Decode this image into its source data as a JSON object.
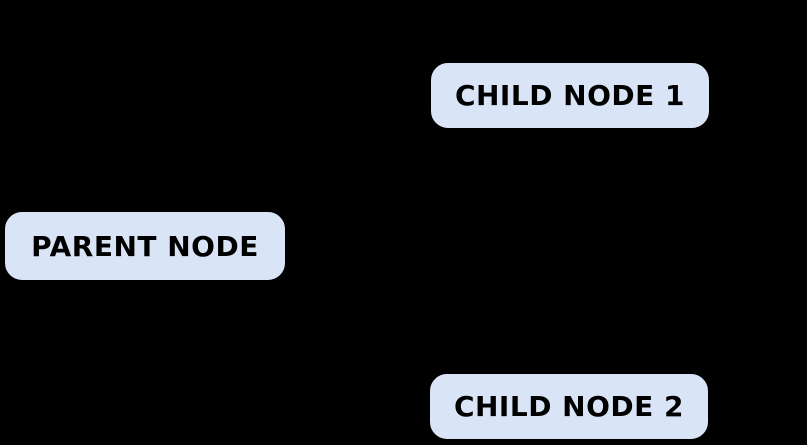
{
  "diagram": {
    "type": "tree",
    "colors": {
      "canvas_background": "#000000",
      "node_fill": "#d9e4f7",
      "node_border": "#000000",
      "node_text": "#000000"
    },
    "nodes": [
      {
        "id": "parent",
        "label": "PARENT NODE"
      },
      {
        "id": "child1",
        "label": "CHILD NODE 1"
      },
      {
        "id": "child2",
        "label": "CHILD NODE 2"
      }
    ],
    "edges": [
      {
        "from": "parent",
        "to": "child1",
        "visible": false
      },
      {
        "from": "parent",
        "to": "child2",
        "visible": false
      }
    ]
  }
}
